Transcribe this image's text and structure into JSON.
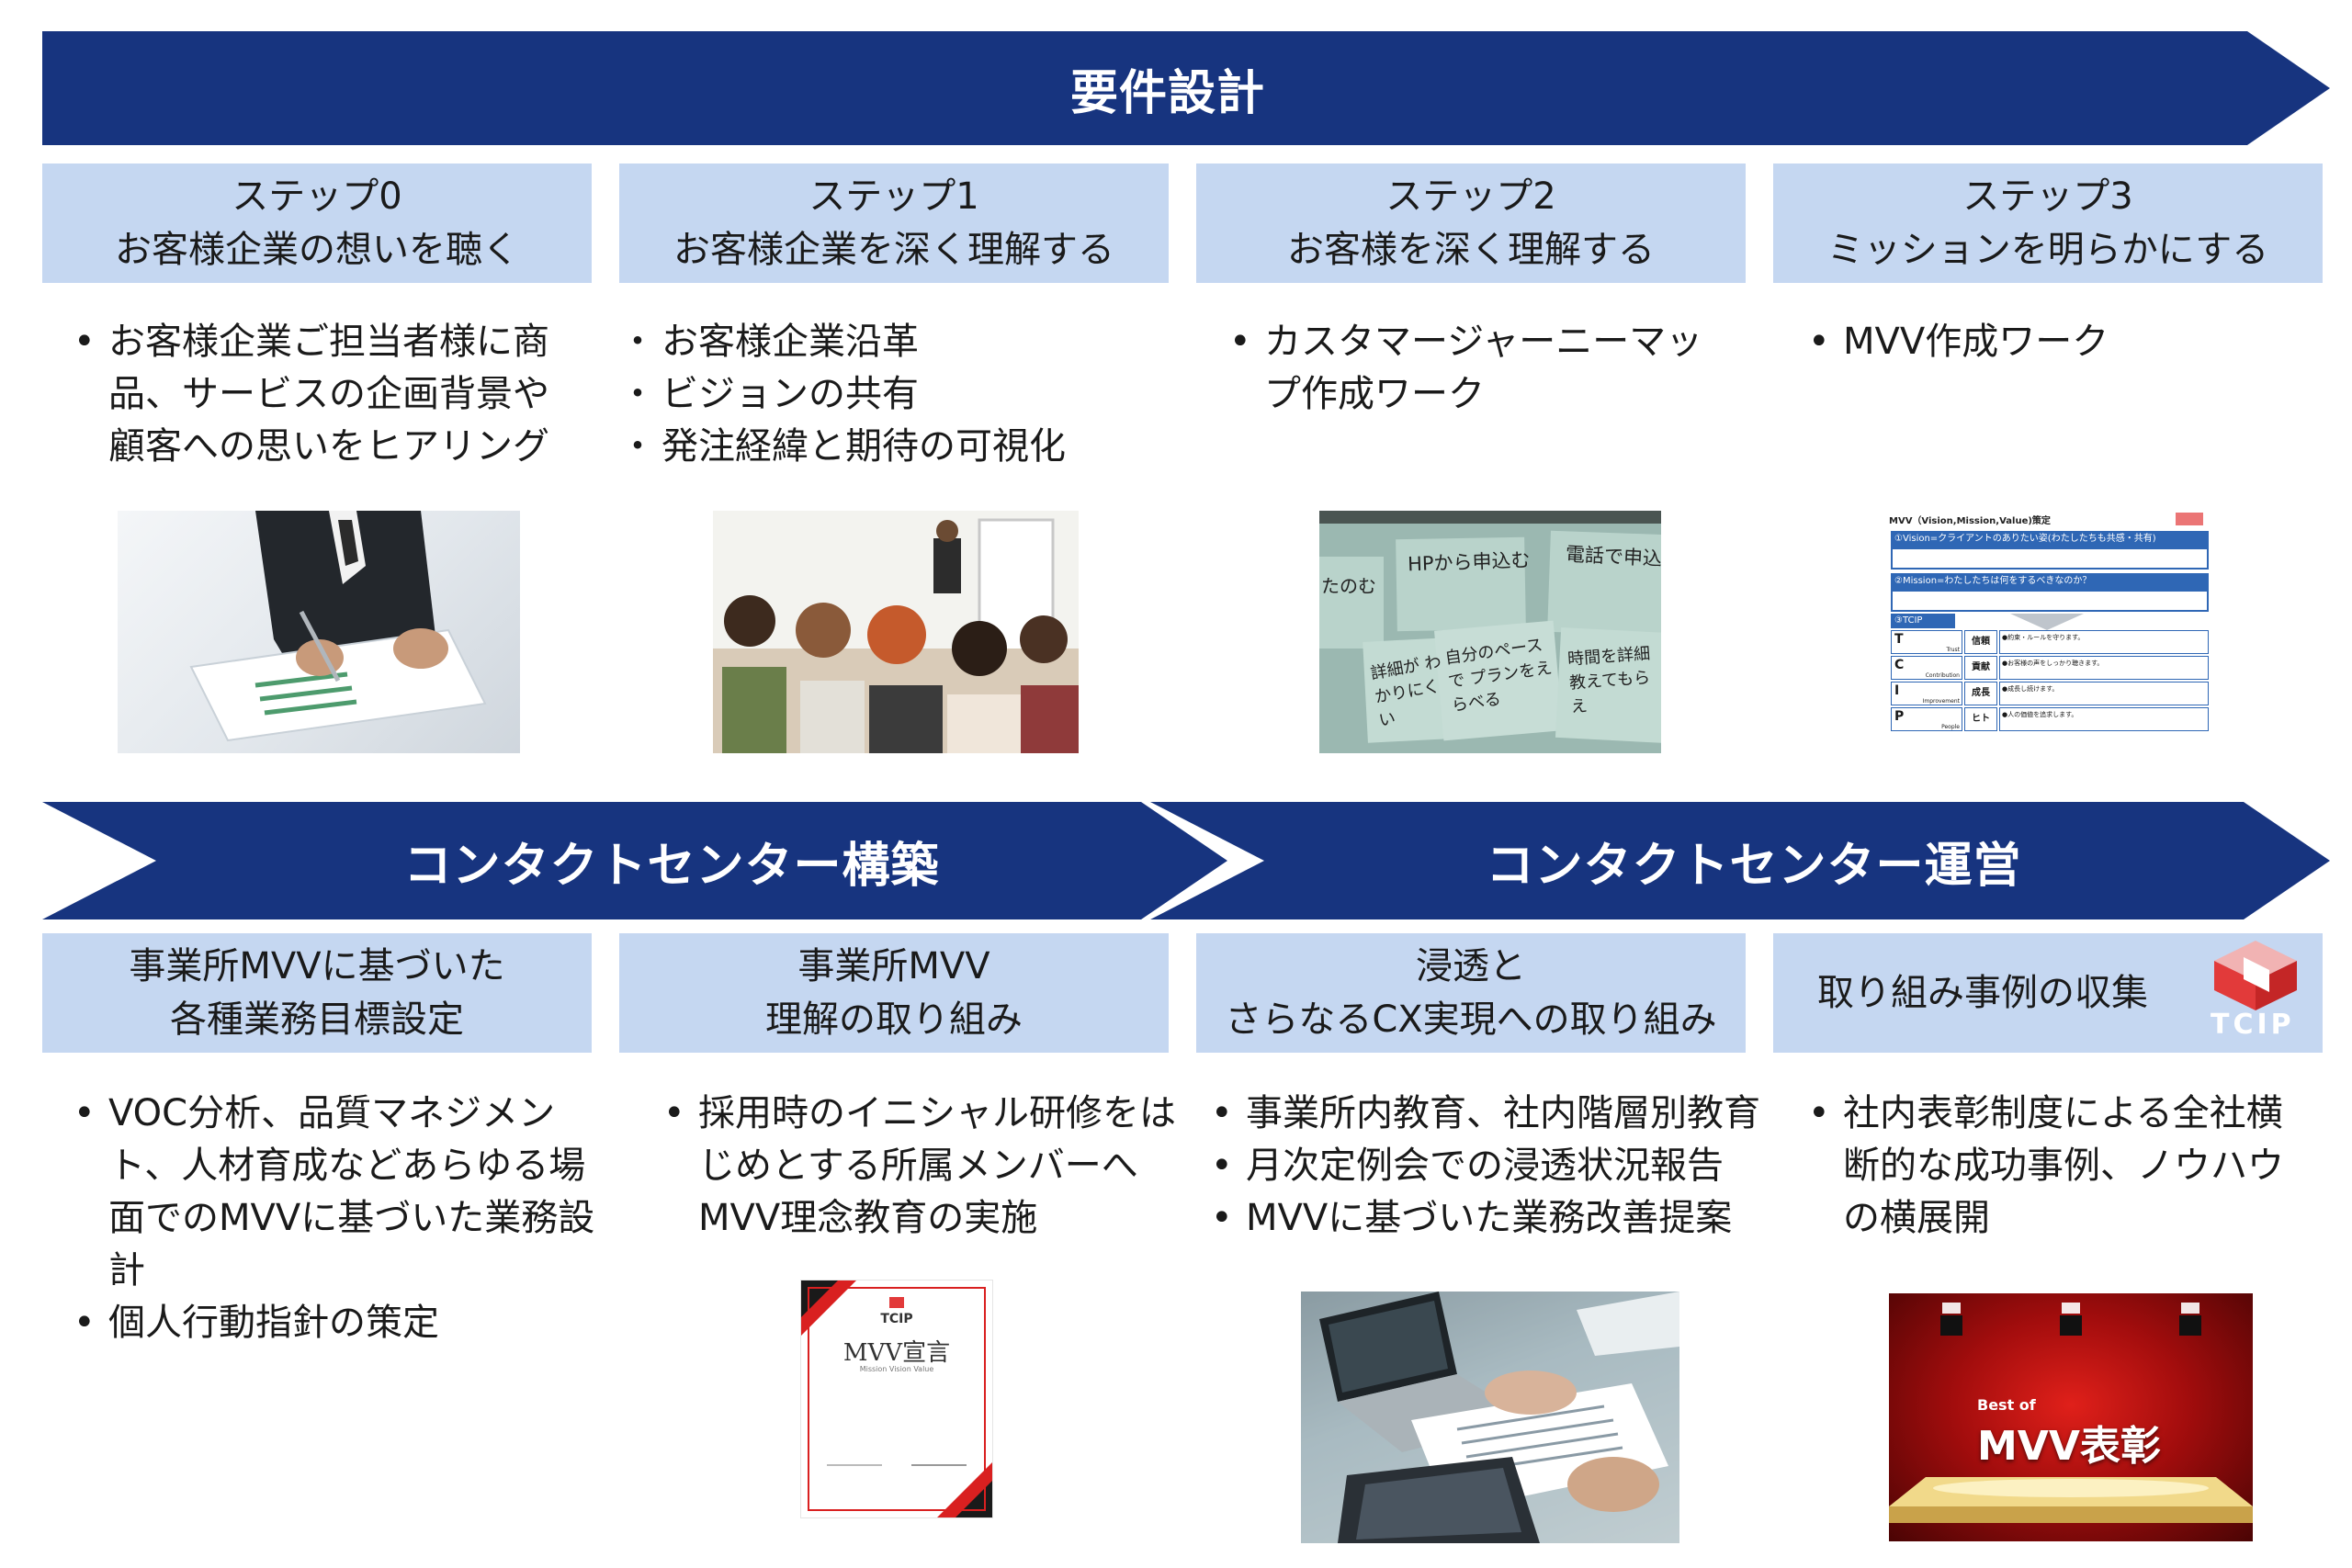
{
  "sections": {
    "requirements": "要件設計",
    "build": "コンタクトセンター構築",
    "operate": "コンタクトセンター運営"
  },
  "top_steps": [
    {
      "line1": "ステップ0",
      "line2": "お客様企業の想いを聴く",
      "bullets": [
        "お客様企業ご担当者様に商品、サービスの企画背景や顧客への思いをヒアリング"
      ]
    },
    {
      "line1": "ステップ1",
      "line2": "お客様企業を深く理解する",
      "bullets": [
        "お客様企業沿革",
        "ビジョンの共有",
        "発注経緯と期待の可視化"
      ]
    },
    {
      "line1": "ステップ2",
      "line2": "お客様を深く理解する",
      "bullets": [
        "カスタマージャーニーマップ作成ワーク"
      ]
    },
    {
      "line1": "ステップ3",
      "line2": "ミッションを明らかにする",
      "bullets": [
        "MVV作成ワーク"
      ]
    }
  ],
  "bottom_steps": [
    {
      "line1": "事業所MVVに基づいた",
      "line2": "各種業務目標設定",
      "bullets": [
        "VOC分析、品質マネジメント、人材育成などあらゆる場面でのMVVに基づいた業務設計",
        "個人行動指針の策定"
      ]
    },
    {
      "line1": "事業所MVV",
      "line2": "理解の取り組み",
      "bullets": [
        "採用時のイニシャル研修をはじめとする所属メンバーへMVV理念教育の実施"
      ]
    },
    {
      "line1": "浸透と",
      "line2": "さらなるCX実現への取り組み",
      "bullets": [
        "事業所内教育、社内階層別教育",
        "月次定例会での浸透状況報告",
        "MVVに基づいた業務改善提案"
      ]
    },
    {
      "line1": "取り組み事例の収集",
      "line2": "",
      "bullets": [
        "社内表彰制度による全社横断的な成功事例、ノウハウの横展開"
      ]
    }
  ],
  "images": {
    "sticky_notes": [
      "HPから申込む",
      "電話で申込",
      "たのむ",
      "自分のペースで プランをえらべる",
      "時間を詳細 教えてもらえ",
      "詳細が わかりにくい"
    ],
    "mvv_slide": {
      "title": "MVV（Vision,Mission,Value)策定",
      "vision": "①Vision=クライアントのありたい姿(わたしたちも共感・共有)",
      "mission": "②Mission=わたしたちは何をするべきなのか？",
      "tcip": "③TCIP",
      "rows": [
        {
          "letter": "T",
          "word": "Trust",
          "jp": "信頼",
          "text": "●約束・ルールを守ります。"
        },
        {
          "letter": "C",
          "word": "Contribution",
          "jp": "貢献",
          "text": "●お客様の声をしっかり聴きます。"
        },
        {
          "letter": "I",
          "word": "Improvement",
          "jp": "成長",
          "text": "●成長し続けます。"
        },
        {
          "letter": "P",
          "word": "People",
          "jp": "ヒト",
          "text": "●人の価値を追求します。"
        }
      ]
    },
    "certificate": {
      "brand": "TCIP",
      "title": "MVV宣言",
      "subtitle": "Mission Vision Value"
    },
    "award": {
      "small": "Best of",
      "big": "MVV表彰"
    },
    "logo": "TCIP"
  },
  "colors": {
    "navy": "#17347f",
    "box": "#c5d7f1",
    "logo_red": "#e23a3a"
  }
}
